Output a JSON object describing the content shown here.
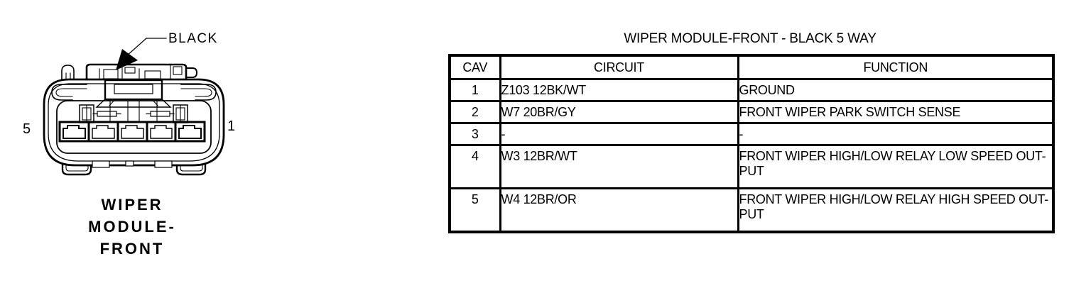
{
  "colors": {
    "ink": "#000000",
    "background": "#ffffff"
  },
  "diagram": {
    "connector_color_label": "BLACK",
    "pin_left_label": "5",
    "pin_right_label": "1",
    "caption_lines": [
      "WIPER",
      "MODULE-",
      "FRONT"
    ]
  },
  "table": {
    "title": "WIPER MODULE-FRONT - BLACK 5 WAY",
    "columns": [
      "CAV",
      "CIRCUIT",
      "FUNCTION"
    ],
    "rows": [
      {
        "cav": "1",
        "circuit": "Z103 12BK/WT",
        "function": "GROUND"
      },
      {
        "cav": "2",
        "circuit": "W7 20BR/GY",
        "function": "FRONT WIPER PARK SWITCH SENSE"
      },
      {
        "cav": "3",
        "circuit": "-",
        "function": "-"
      },
      {
        "cav": "4",
        "circuit": "W3 12BR/WT",
        "function": "FRONT WIPER HIGH/LOW RELAY LOW SPEED OUT-\nPUT"
      },
      {
        "cav": "5",
        "circuit": "W4 12BR/OR",
        "function": "FRONT WIPER HIGH/LOW RELAY HIGH SPEED OUT-\nPUT"
      }
    ]
  }
}
